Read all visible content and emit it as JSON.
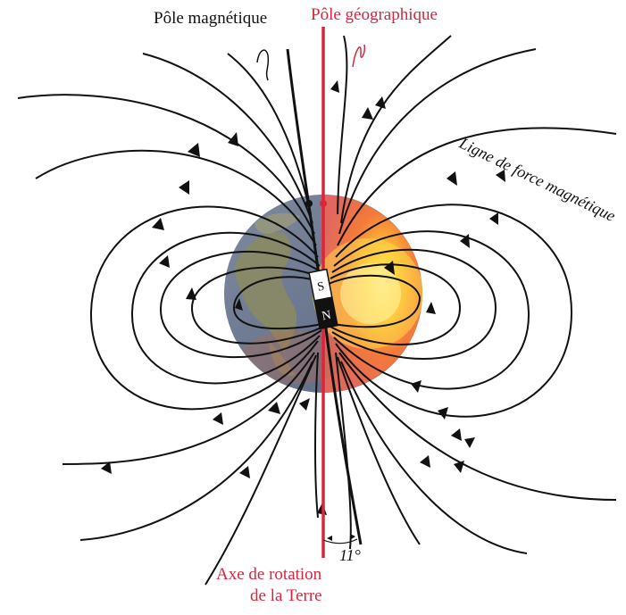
{
  "labels": {
    "magnetic_pole": "Pôle magnétique",
    "geographic_pole": "Pôle géographique",
    "field_line": "Ligne de force magnétique",
    "rotation_axis_line1": "Axe de rotation",
    "rotation_axis_line2": "de la Terre",
    "angle": "11°"
  },
  "magnet": {
    "south_label": "S",
    "north_label": "N"
  },
  "colors": {
    "axis_red": "#d7263d",
    "field_lines": "#111111",
    "earth_core": "#ffcc33",
    "earth_ocean": "#6f7d96"
  },
  "icons": [
    "earth-globe-icon",
    "bar-magnet-icon",
    "arrow-icon"
  ]
}
